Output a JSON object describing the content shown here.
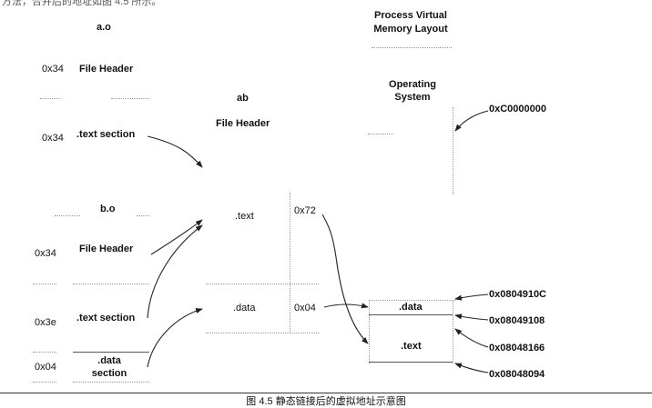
{
  "header_text": "方法，合并后的地址如图 4.5 所示。",
  "caption": "图 4.5 静态链接后的虚拟地址示意图",
  "left_files": [
    {
      "name": "a.o",
      "rows": [
        {
          "offset": "0x34",
          "label": "File Header"
        },
        {
          "offset": "0x34",
          "label": ".text section"
        }
      ]
    },
    {
      "name": "b.o",
      "rows": [
        {
          "offset": "0x34",
          "label": "File Header"
        },
        {
          "offset": "0x3e",
          "label": ".text section"
        },
        {
          "offset": "0x04",
          "label": ".data section"
        }
      ]
    }
  ],
  "middle": {
    "name": "ab",
    "file_header": "File Header",
    "text_label": ".text",
    "text_size": "0x72",
    "data_label": ".data",
    "data_size": "0x04"
  },
  "right": {
    "title": "Process Virtual Memory Layout",
    "os_label": "Operating System",
    "data_label": ".data",
    "text_label": ".text",
    "addresses": [
      "0xC0000000",
      "0x0804910C",
      "0x08049108",
      "0x08048166",
      "0x08048094"
    ]
  }
}
